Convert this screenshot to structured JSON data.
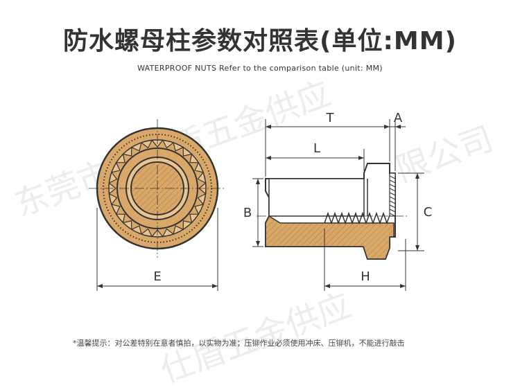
{
  "header": {
    "title": "防水螺母柱参数对照表(单位:MM)",
    "subtitle": "WATERPROOF NUTS Refer to the comparison table (unit: MM)"
  },
  "dimensions": {
    "T": "T",
    "A": "A",
    "L": "L",
    "B": "B",
    "C": "C",
    "E": "E",
    "H": "H"
  },
  "watermark": {
    "line1": "东莞市螺仕盾五金供应",
    "line2": "限公司",
    "line3": "仕盾五金供应"
  },
  "footer": {
    "note": "*温馨提示：对公差特别在意者慎拍，以实物为准；压铆作业必须使用冲床、压铆机，不能进行敲击"
  },
  "colors": {
    "line": "#333333",
    "body": "#d9a868",
    "body_light": "#e8c590",
    "hole": "#ffffff"
  }
}
